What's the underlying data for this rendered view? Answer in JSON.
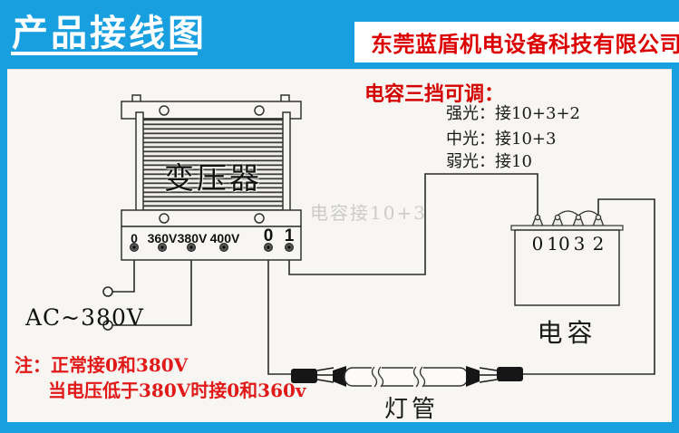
{
  "header": {
    "title": "产品接线图",
    "company": "东莞蓝盾机电设备科技有限公司"
  },
  "cap_adjust": {
    "title": "电容三挡可调：",
    "strong": "强光：接10+3+2",
    "medium": "中光：接10+3",
    "weak": "弱光：接10"
  },
  "transformer": {
    "label": "变压器",
    "terminals": [
      "0",
      "360V",
      "380V",
      "400V",
      "0",
      "1"
    ]
  },
  "capacitor": {
    "label": "电容",
    "terminals": [
      "0",
      "10",
      "3",
      "2"
    ]
  },
  "lamp_label": "灯管",
  "ac_label": "AC~380V",
  "notes": {
    "line1": "注：正常接0和380V",
    "line2": "当电压低于380V时接0和360v"
  },
  "watermark": "电容接10+3",
  "colors": {
    "banner_blue": "#189fe0",
    "company_red": "#dc0000",
    "note_red": "#e11919",
    "panel_bg": "#f7f6f2",
    "line_ink": "#2a2a2a"
  }
}
